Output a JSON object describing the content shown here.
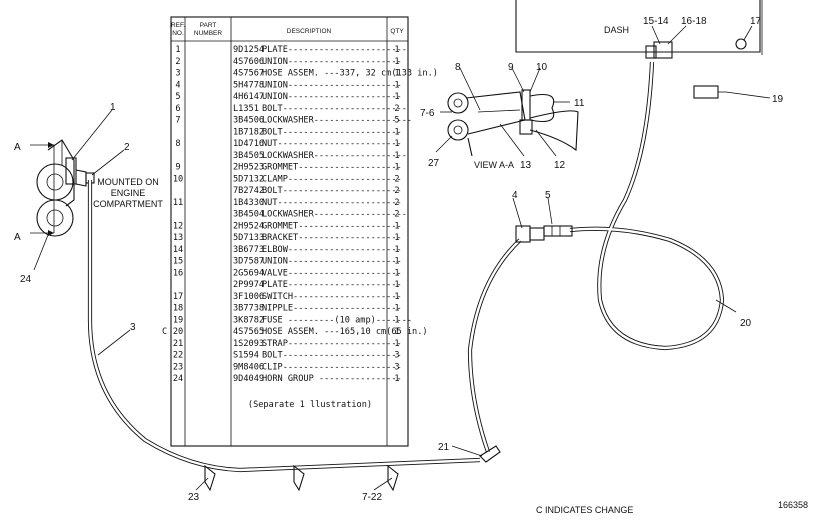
{
  "table": {
    "headers": {
      "ref1": "REF.",
      "ref2": "NO.",
      "part1": "PART",
      "part2": "NUMBER",
      "desc": "DESCRIPTION",
      "qty": "QTY"
    },
    "rows": [
      {
        "ref": "1",
        "part": "9D1254",
        "desc": "PLATE-----------------------",
        "qty": "1"
      },
      {
        "ref": "2",
        "part": "4S7606",
        "desc": "UNION----------------------",
        "qty": "1"
      },
      {
        "ref": "3",
        "part": "4S7567",
        "desc": "HOSE ASSEM. ---337, 32 cm(133 in.)",
        "qty": "1"
      },
      {
        "ref": "4",
        "part": "5H4778",
        "desc": "UNION----------------------",
        "qty": "1"
      },
      {
        "ref": "5",
        "part": "4H6147",
        "desc": "UNION----------------------",
        "qty": "1"
      },
      {
        "ref": "6",
        "part": "L1351",
        "desc": "BOLT------------------------",
        "qty": "2"
      },
      {
        "ref": "7",
        "part": "3B4506",
        "desc": "LOCKWASHER-------------------",
        "qty": "5"
      },
      {
        "ref": "",
        "part": "1B7182",
        "desc": "BOLT-----------------------",
        "qty": "1"
      },
      {
        "ref": "8",
        "part": "1D4716",
        "desc": "NUT------------------------",
        "qty": "1"
      },
      {
        "ref": "",
        "part": "3B4505",
        "desc": "LOCKWASHER------------------",
        "qty": "1"
      },
      {
        "ref": "9",
        "part": "2H9523",
        "desc": "GROMMET--------------------",
        "qty": "1"
      },
      {
        "ref": "10",
        "part": "5D7132",
        "desc": "CLAMP----------------------",
        "qty": "2"
      },
      {
        "ref": "",
        "part": "7B2742",
        "desc": "BOLT-----------------------",
        "qty": "2"
      },
      {
        "ref": "11",
        "part": "1B4330",
        "desc": "NUT------------------------",
        "qty": "2"
      },
      {
        "ref": "",
        "part": "3B4504",
        "desc": "LOCKWASHER------------------",
        "qty": "2"
      },
      {
        "ref": "12",
        "part": "2H9524",
        "desc": "GROMMET--------------------",
        "qty": "1"
      },
      {
        "ref": "13",
        "part": "5D7133",
        "desc": "BRACKET--------------------",
        "qty": "1"
      },
      {
        "ref": "14",
        "part": "3B6773",
        "desc": "ELBOW----------------------",
        "qty": "1"
      },
      {
        "ref": "15",
        "part": "3D7587",
        "desc": "UNION----------------------",
        "qty": "1"
      },
      {
        "ref": "16",
        "part": "2G5694",
        "desc": "VALVE----------------------",
        "qty": "1"
      },
      {
        "ref": "",
        "part": "2P9974",
        "desc": "PLATE----------------------",
        "qty": "1"
      },
      {
        "ref": "17",
        "part": "3F1006",
        "desc": "SWITCH---------------------",
        "qty": "1"
      },
      {
        "ref": "18",
        "part": "3B7738",
        "desc": "NIPPLE---------------------",
        "qty": "1"
      },
      {
        "ref": "19",
        "part": "3K8782",
        "desc": "FUSE ---------(10 amp)-------",
        "qty": "1"
      },
      {
        "ref": "20",
        "part": "4S7565",
        "desc": "HOSE ASSEM. ---165,10 cm(65 in.)",
        "qty": "1"
      },
      {
        "ref": "21",
        "part": "1S2093",
        "desc": "STRAP----------------------",
        "qty": "1"
      },
      {
        "ref": "22",
        "part": "S1594",
        "desc": "BOLT-----------------------",
        "qty": "3"
      },
      {
        "ref": "23",
        "part": "9M8406",
        "desc": "CLIP-----------------------",
        "qty": "3"
      },
      {
        "ref": "24",
        "part": "9D4049",
        "desc": "HORN GROUP ----------------",
        "qty": "1"
      }
    ],
    "footnote": "(Separate 1 llustration)",
    "change_mark": "C"
  },
  "callouts": {
    "c1": "1",
    "c2": "2",
    "c3": "3",
    "c4": "4",
    "c5": "5",
    "c76": "7-6",
    "c8": "8",
    "c9": "9",
    "c10": "10",
    "c11": "11",
    "c12": "12",
    "c13": "13",
    "c1514": "15-14",
    "c1618": "16-18",
    "c17": "17",
    "c19": "19",
    "c20": "20",
    "c21": "21",
    "c23": "23",
    "c722": "7-22",
    "c24": "24",
    "c27": "27",
    "cA1": "A",
    "cA2": "A",
    "cC": "C"
  },
  "notes": {
    "mount1": "MOUNTED ON",
    "mount2": "ENGINE",
    "mount3": "COMPARTMENT",
    "view": "VIEW A-A",
    "dash": "DASH",
    "change": "C INDICATES CHANGE",
    "fig": "166358"
  }
}
